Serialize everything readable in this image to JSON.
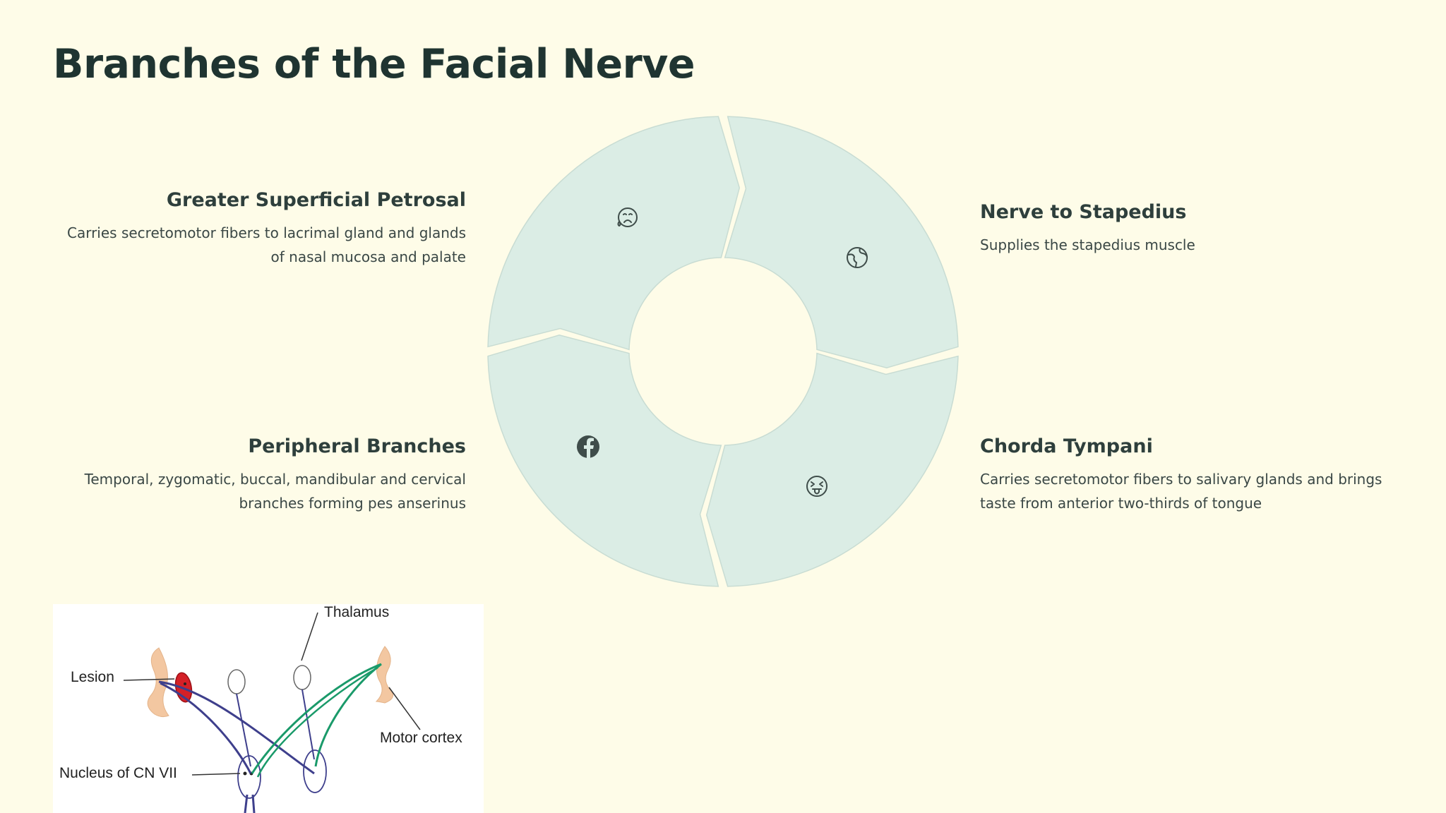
{
  "title": "Branches of the Facial Nerve",
  "branches": [
    {
      "name": "Greater Superficial Petrosal",
      "description": "Carries secretomotor fibers to lacrimal gland and glands of nasal mucosa and palate",
      "icon": "crying-face-icon"
    },
    {
      "name": "Nerve to Stapedius",
      "description": "Supplies the stapedius muscle",
      "icon": "globe-icon"
    },
    {
      "name": "Chorda Tympani",
      "description": "Carries secretomotor fibers to salivary glands and brings taste from anterior two-thirds of tongue",
      "icon": "tongue-out-face-icon"
    },
    {
      "name": "Peripheral Branches",
      "description": "Temporal, zygomatic, buccal, mandibular and cervical branches forming pes anserinus",
      "icon": "facebook-icon"
    }
  ],
  "figure": {
    "labels": {
      "thalamus": "Thalamus",
      "lesion": "Lesion",
      "motor_cortex": "Motor cortex",
      "nucleus": "Nucleus of CN VII"
    }
  },
  "colors": {
    "background": "#fefce8",
    "segment_fill": "#dbede5",
    "title": "#1f3431",
    "lesion": "#d42027",
    "pathway_blue": "#3e3f8c",
    "pathway_green": "#1a9a6a"
  }
}
